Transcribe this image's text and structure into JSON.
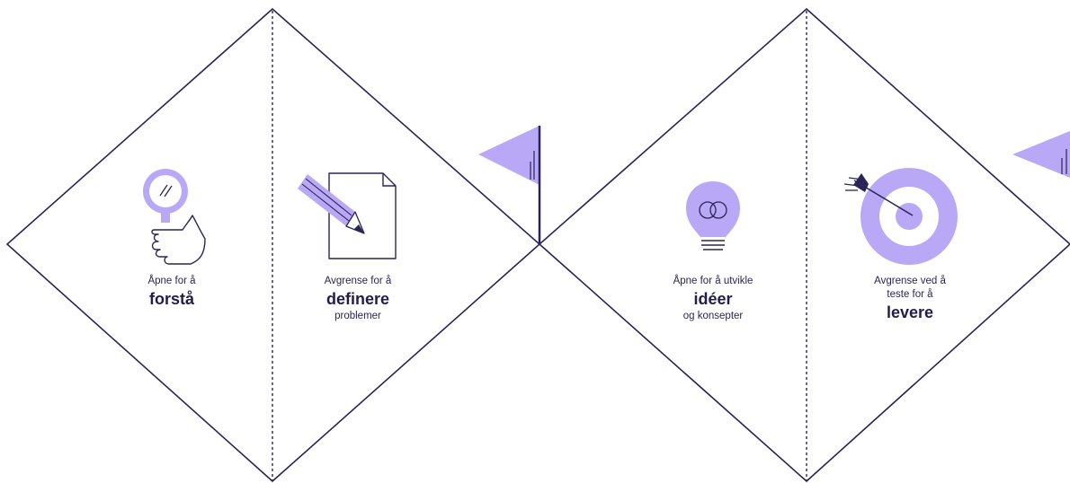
{
  "colors": {
    "line": "#2b2458",
    "accent": "#b9a8f5",
    "accent_dark": "#8f79e6",
    "background": "#ffffff"
  },
  "phases": [
    {
      "icon": "magnifier-hand-icon",
      "pre": "Åpne for å",
      "key": "forstå",
      "post": ""
    },
    {
      "icon": "pencil-document-icon",
      "pre": "Avgrense for å",
      "key": "definere",
      "post": "problemer"
    },
    {
      "icon": "lightbulb-icon",
      "pre": "Åpne for å utvikle",
      "key": "idéer",
      "post": "og konsepter"
    },
    {
      "icon": "target-arrow-icon",
      "pre": "Avgrense ved å",
      "key": "levere",
      "post": "",
      "pre2": "teste for å"
    }
  ],
  "markers": [
    {
      "icon": "flag-icon"
    },
    {
      "icon": "flag-icon"
    }
  ]
}
